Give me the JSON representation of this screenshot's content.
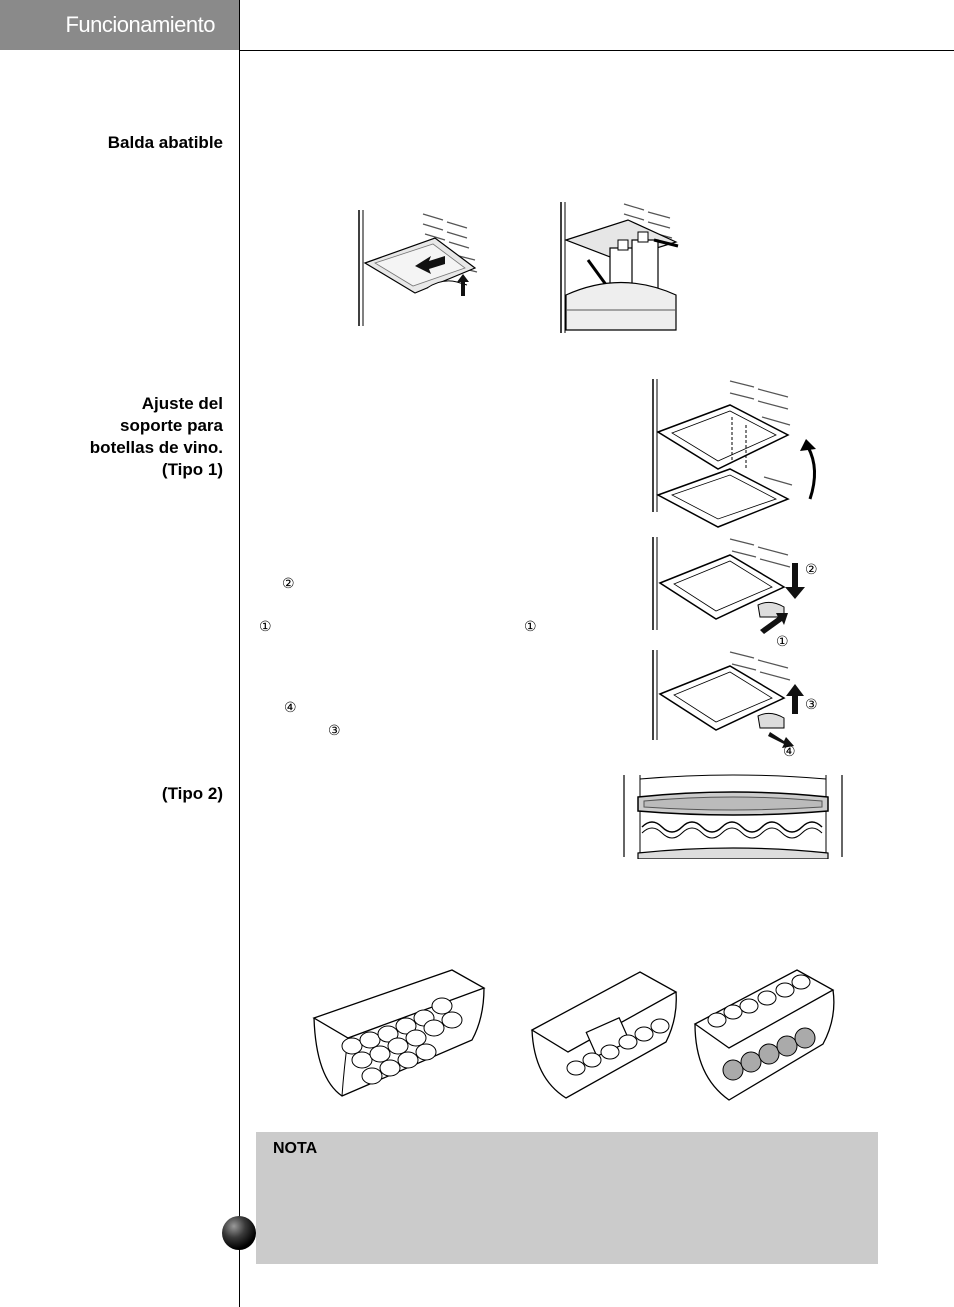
{
  "header": {
    "title": "Funcionamiento"
  },
  "sections": {
    "balda": "Balda abatible",
    "wine_lines": [
      "Ajuste del",
      "soporte para",
      "botellas de vino.",
      "(Tipo 1)"
    ],
    "tipo2": "(Tipo 2)"
  },
  "markers": {
    "m2": "②",
    "m1a": "①",
    "m1b": "①",
    "m4": "④",
    "m3": "③"
  },
  "figure_labels": {
    "f2": "②",
    "f1": "①",
    "f3": "③",
    "f4": "④"
  },
  "note": {
    "title": "NOTA"
  }
}
